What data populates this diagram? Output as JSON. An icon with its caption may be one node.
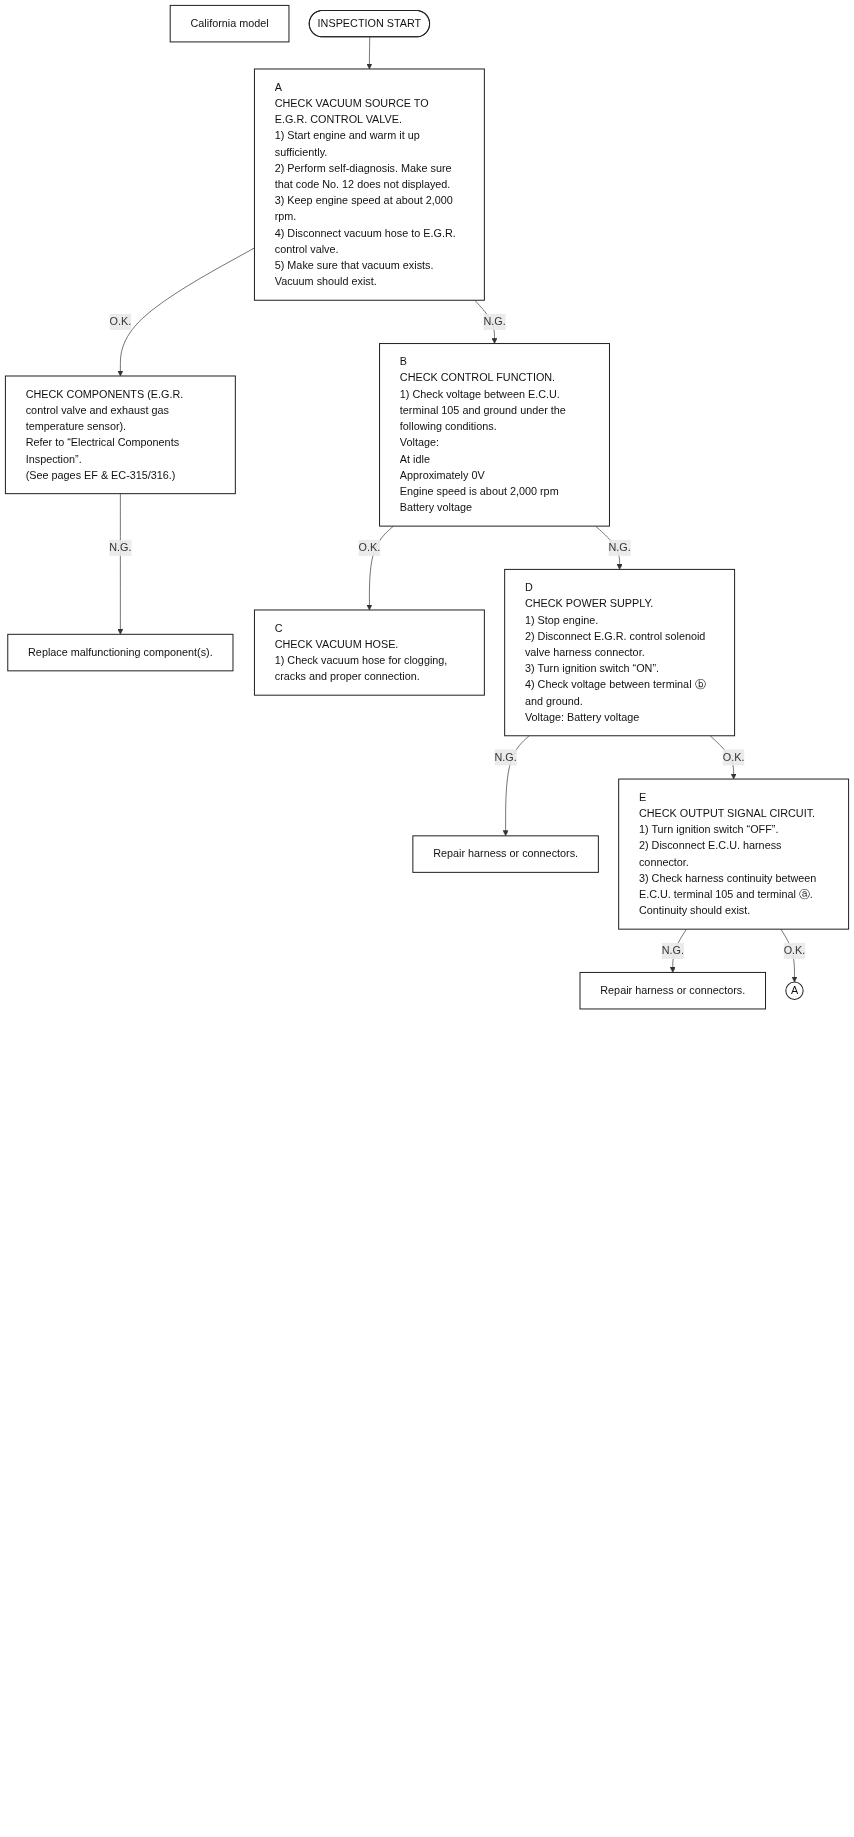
{
  "diagram": {
    "nodes": [
      {
        "text": [
          "California model"
        ]
      },
      {
        "text": [
          "INSPECTION START"
        ]
      },
      {
        "text": [
          "A",
          "CHECK VACUUM SOURCE TO E.G.R. CONTROL VALVE.",
          "1) Start engine and warm it up sufficiently.",
          "2) Perform self-diagnosis. Make sure that code No. 12 does not displayed.",
          "3) Keep engine speed at about 2,000 rpm.",
          "4) Disconnect vacuum hose to E.G.R. control valve.",
          "5) Make sure that vacuum exists.",
          "Vacuum should exist."
        ]
      },
      {
        "text": [
          "CHECK COMPONENTS (E.G.R. control valve and exhaust gas temperature sensor).",
          "Refer to “Electrical Components Inspection”.",
          "(See pages EF & EC-315/316.)"
        ]
      },
      {
        "text": [
          "Replace malfunctioning component(s)."
        ]
      },
      {
        "text": [
          "B",
          "CHECK CONTROL FUNCTION.",
          "1) Check voltage between E.C.U. terminal 105 and ground under the following conditions.",
          "Voltage:",
          "At idle",
          "Approximately 0V",
          "Engine speed is about 2,000 rpm",
          "Battery voltage"
        ]
      },
      {
        "text": [
          "C",
          "CHECK VACUUM HOSE.",
          "1) Check vacuum hose for clogging, cracks and proper connection."
        ]
      },
      {
        "text": [
          "D",
          "CHECK POWER SUPPLY.",
          "1) Stop engine.",
          "2) Disconnect E.G.R. control solenoid valve harness connector.",
          "3) Turn ignition switch “ON”.",
          "4) Check voltage between terminal ⓑ and ground.",
          "Voltage: Battery voltage"
        ]
      },
      {
        "text": [
          "Repair harness or connectors."
        ]
      },
      {
        "text": [
          "E",
          "CHECK OUTPUT SIGNAL CIRCUIT.",
          "1) Turn ignition switch “OFF”.",
          "2) Disconnect E.C.U. harness connector.",
          "3) Check harness continuity between E.C.U. terminal 105 and terminal ⓐ.",
          "Continuity should exist."
        ]
      },
      {
        "text": [
          "Repair harness or connectors."
        ]
      },
      {
        "text": [
          "A"
        ]
      }
    ],
    "edges": [
      {
        "from": 1,
        "to": 2,
        "arrow": "to"
      },
      {
        "from": 2,
        "to": 3,
        "arrow": "to",
        "label": "O.K."
      },
      {
        "from": 3,
        "to": 4,
        "arrow": "to",
        "label": "N.G."
      },
      {
        "from": 2,
        "to": 5,
        "arrow": "to",
        "label": "N.G."
      },
      {
        "from": 5,
        "to": 6,
        "arrow": "to",
        "label": "O.K."
      },
      {
        "from": 5,
        "to": 7,
        "arrow": "to",
        "label": "N.G."
      },
      {
        "from": 7,
        "to": 8,
        "arrow": "to",
        "label": "N.G."
      },
      {
        "from": 7,
        "to": 9,
        "arrow": "to",
        "label": "O.K."
      },
      {
        "from": 9,
        "to": 10,
        "arrow": "to",
        "label": "N.G."
      },
      {
        "from": 9,
        "to": 11,
        "arrow": "to",
        "label": "O.K."
      }
    ]
  }
}
